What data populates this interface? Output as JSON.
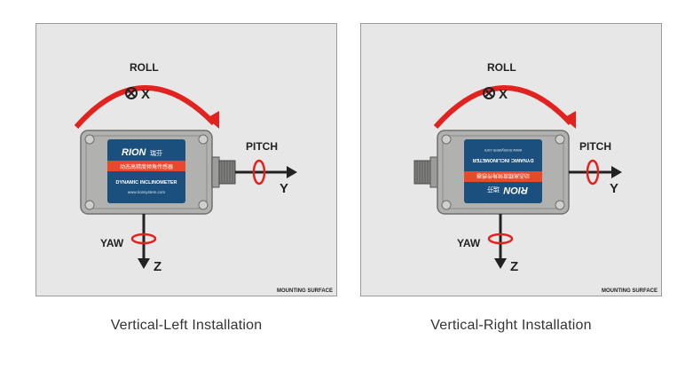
{
  "panels": [
    {
      "labels": {
        "roll": "ROLL",
        "x_axis": "X",
        "pitch": "PITCH",
        "y_axis": "Y",
        "yaw": "YAW",
        "z_axis": "Z",
        "surface": "MOUNTING SURFACE"
      },
      "device": {
        "brand": "RION",
        "brand_cn": "瑞芬",
        "cn_title": "动态高精度倾角传感器",
        "product": "DYNAMIC INCLINOMETER",
        "website": "www.rionsystem.com",
        "orientation": "upright"
      },
      "caption": "Vertical-Left Installation"
    },
    {
      "labels": {
        "roll": "ROLL",
        "x_axis": "X",
        "pitch": "PITCH",
        "y_axis": "Y",
        "yaw": "YAW",
        "z_axis": "Z",
        "surface": "MOUNTING SURFACE"
      },
      "device": {
        "brand": "RION",
        "brand_cn": "瑞芬",
        "cn_title": "动态高精度倾角传感器",
        "product": "DYNAMIC INCLINOMETER",
        "website": "www.rionsystem.com",
        "orientation": "rotated-180"
      },
      "caption": "Vertical-Right Installation"
    }
  ],
  "colors": {
    "panel_bg": "#e7e7e7",
    "arrow_red": "#e2221f",
    "device_body": "#a9aaa7",
    "label_blue": "#1b4f7d",
    "label_band_red": "#e8492b",
    "axis_black": "#222222"
  },
  "icons": {
    "x_axis_marker": "circled-times-icon",
    "rotation_ring": "rotation-ring-icon"
  }
}
